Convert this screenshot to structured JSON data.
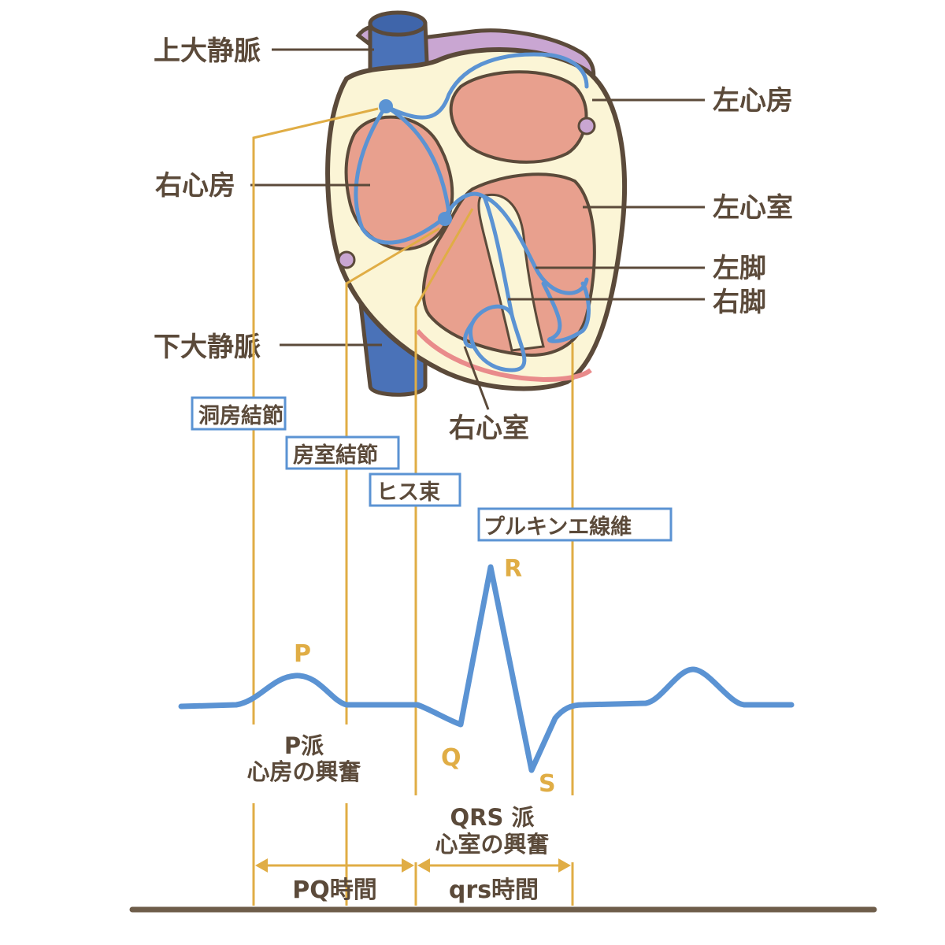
{
  "anatomy_labels": {
    "svc": "上大静脈",
    "left_atrium": "左心房",
    "right_atrium": "右心房",
    "left_ventricle": "左心室",
    "left_bundle": "左脚",
    "right_bundle": "右脚",
    "ivc": "下大静脈",
    "right_ventricle": "右心室"
  },
  "conduction_labels": {
    "sa_node": "洞房結節",
    "av_node": "房室結節",
    "his_bundle": "ヒス束",
    "purkinje": "プルキンエ線維"
  },
  "ecg_labels": {
    "p": "P",
    "q": "Q",
    "r": "R",
    "s": "S",
    "p_wave_line1": "P派",
    "p_wave_line2": "心房の興奮",
    "qrs_line1": "QRS 派",
    "qrs_line2": "心室の興奮",
    "pq_time": "PQ時間",
    "qrs_time": "qrs時間"
  },
  "colors": {
    "text": "#5b4a3a",
    "accent_gold": "#e0ad45",
    "conduction_blue": "#5b93d3",
    "vein_blue": "#4a72b8",
    "muscle_pink": "#e8a08e",
    "wall_cream": "#fbf5d6",
    "atrium_purple": "#c9a6d2"
  }
}
